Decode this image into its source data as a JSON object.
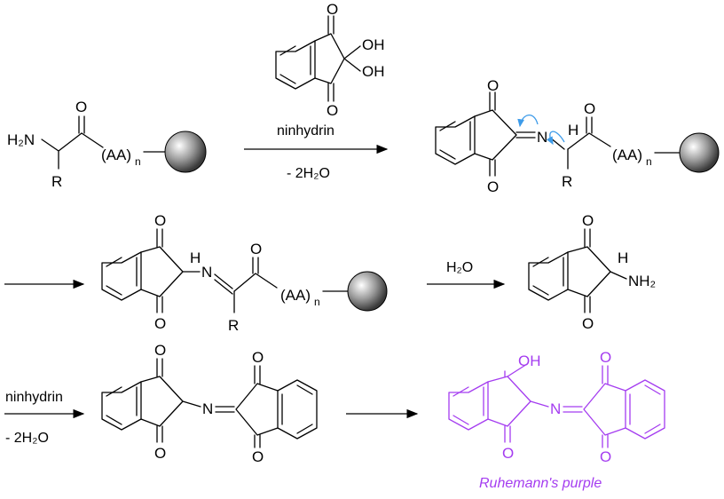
{
  "atoms": {
    "h2n": "H₂N",
    "r": "R",
    "o": "O",
    "oh": "OH",
    "aa": "(AA)",
    "n_sub": "n",
    "n": "N",
    "h": "H",
    "nh2": "NH₂"
  },
  "reaction": {
    "reagent_1": "ninhydrin",
    "byproduct_1": "- 2H₂O",
    "reagent_2": "H₂O",
    "reagent_3": "ninhydrin",
    "byproduct_3": "- 2H₂O",
    "product_name": "Ruhemann's purple"
  },
  "colors": {
    "product": "#a43cf0",
    "curly_arrow": "#3d9be9"
  }
}
